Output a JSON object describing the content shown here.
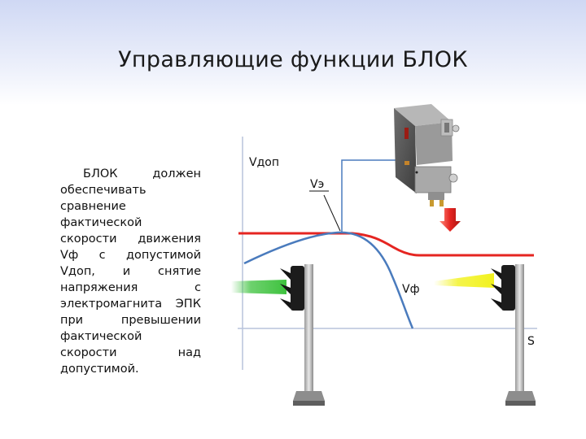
{
  "slide": {
    "title": "Управляющие функции БЛОК",
    "description": "БЛОК должен обеспечивать сравнение фактической скорости движения Vф с допустимой Vдоп, и снятие напряжения с электромагнита ЭПК при превышении фактической скорости над допустимой."
  },
  "diagram": {
    "labels": {
      "v_allowed": "Vдоп",
      "v_e": "Vэ",
      "v_actual": "Vф",
      "distance": "S"
    },
    "colors": {
      "allowed_speed_curve": "#e52521",
      "actual_speed_curve": "#4a7bbd",
      "connector_line": "#4a7bbd",
      "green_signal_beam": "#3ec23e",
      "yellow_signal_beam": "#f2f21e",
      "device_arrow": "#e52521"
    },
    "icons": {
      "device": "blok-device-icon",
      "left_signal": "traffic-signal-icon",
      "right_signal": "traffic-signal-icon"
    }
  }
}
